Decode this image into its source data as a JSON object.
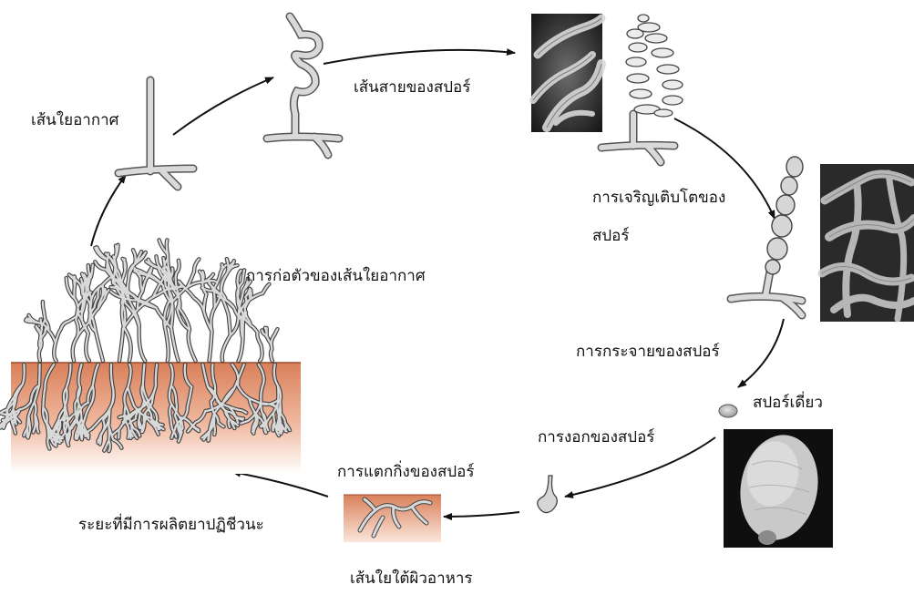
{
  "labels": {
    "aerial_hyphae": "เส้นใยอากาศ",
    "spore_chain": "เส้นสายของสปอร์",
    "spore_growth_line1": "การเจริญเติบโตของ",
    "spore_growth_line2": "สปอร์",
    "aerial_formation": "การก่อตัวของเส้นใยอากาศ",
    "spore_dispersal": "การกระจายของสปอร์",
    "single_spore": "สปอร์เดี่ยว",
    "germination": "การงอกของสปอร์",
    "branching": "การแตกกิ่งของสปอร์",
    "antibiotic_phase": "ระยะที่มีการผลิตยาปฏิชีวนะ",
    "substrate_hyphae": "เส้นใยใต้ผิวอาหาร"
  },
  "colors": {
    "hyphae_fill": "#d9d9d9",
    "hyphae_stroke": "#555555",
    "soil_top": "#d9805a",
    "soil_bottom": "#ffffff",
    "arrow": "#111111"
  },
  "icons": {
    "arrow": "arrow-icon"
  }
}
